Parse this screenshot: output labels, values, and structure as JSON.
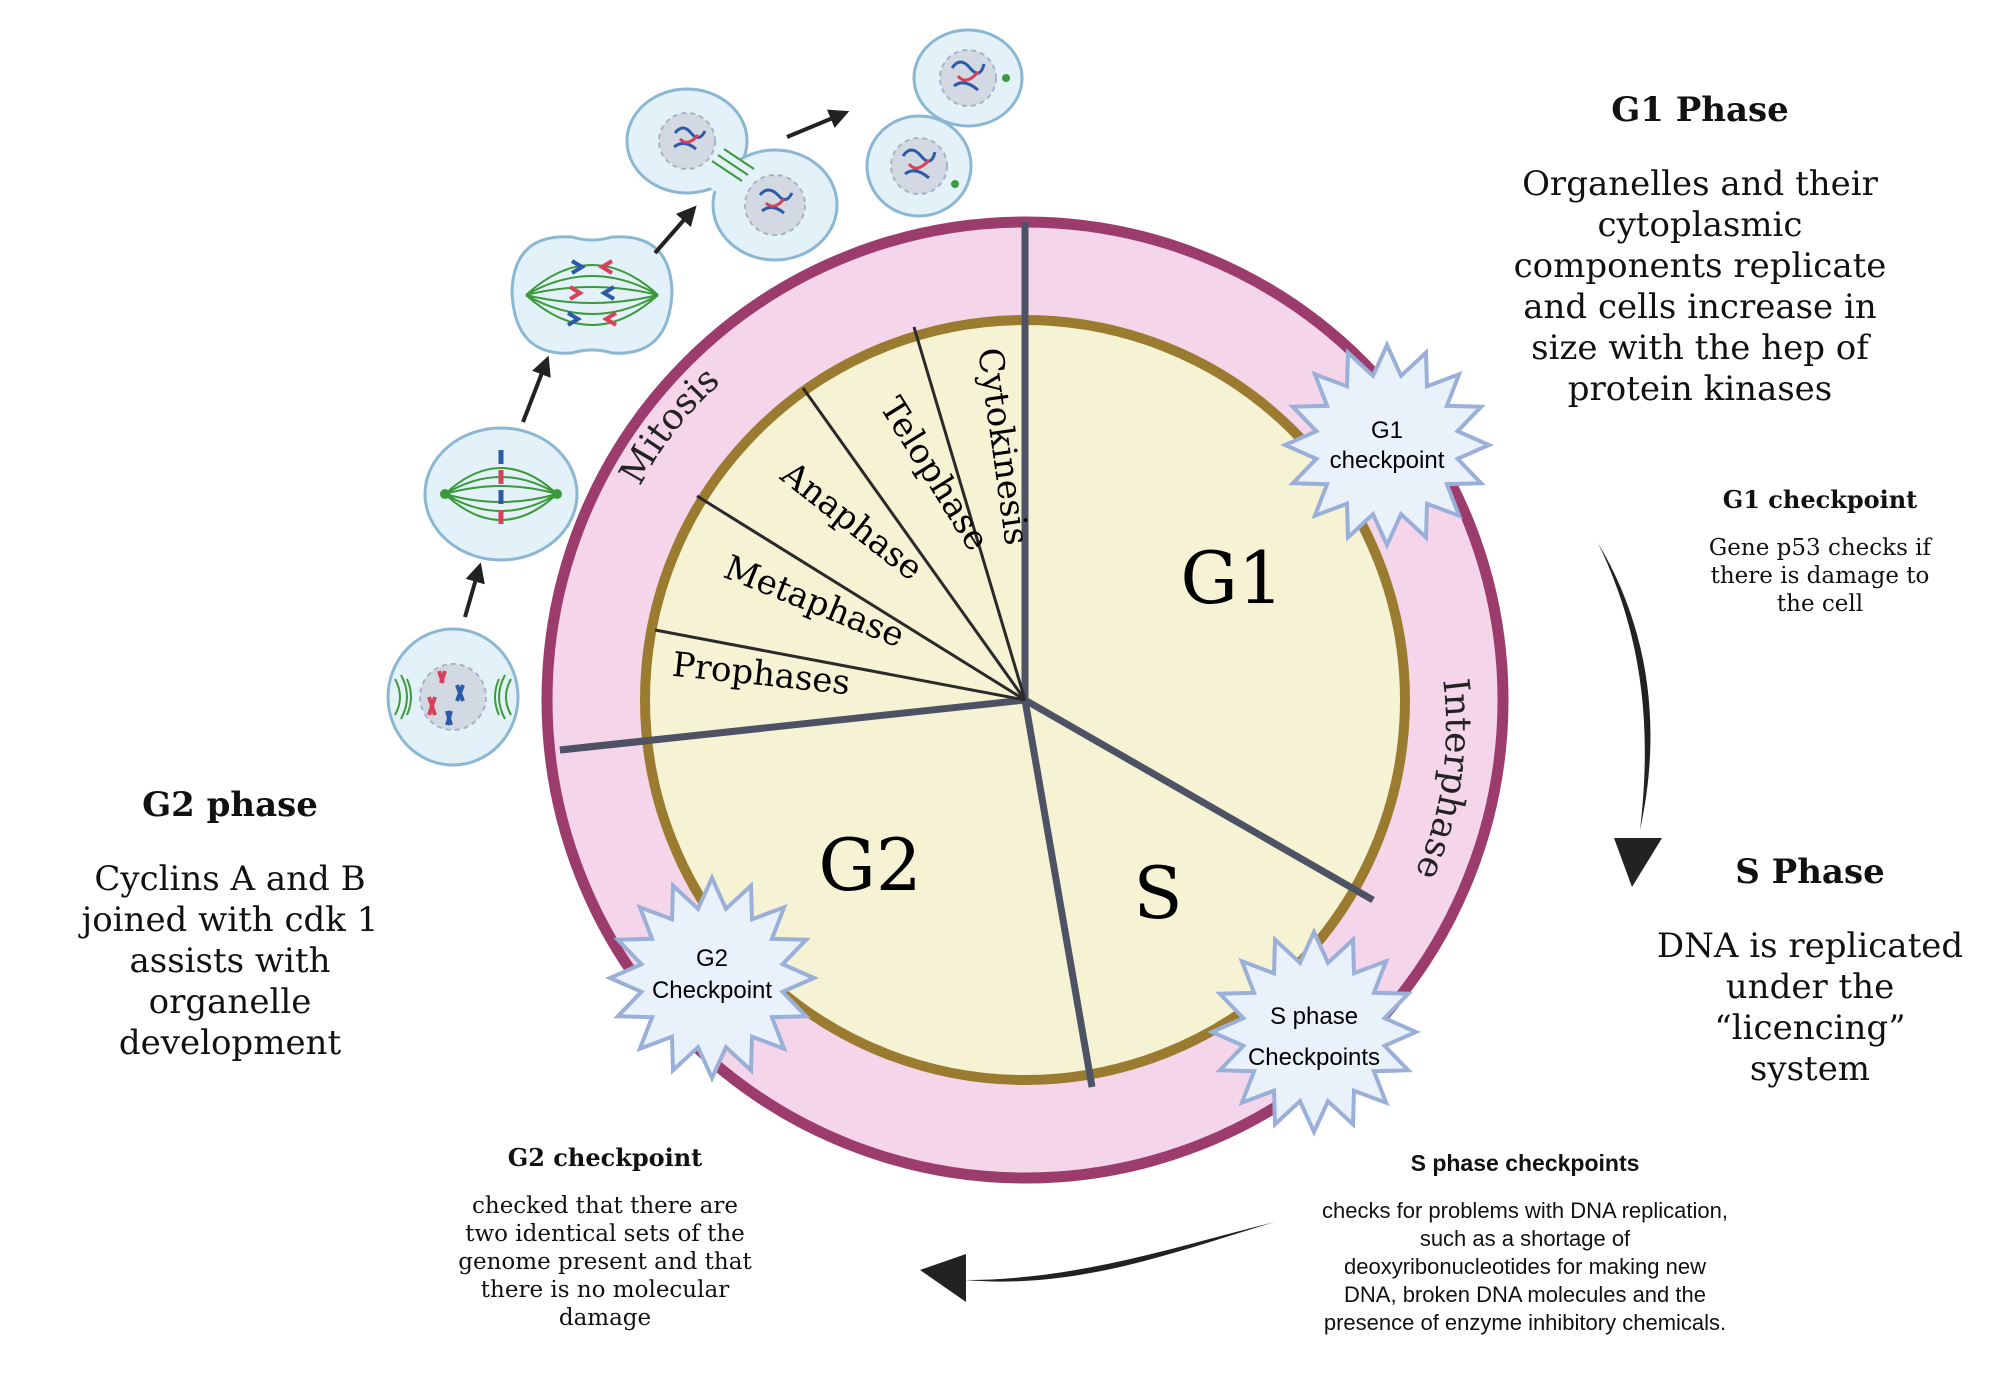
{
  "wheel": {
    "ring_labels": {
      "mitosis": "Mitosis",
      "interphase": "Interphase"
    },
    "phases": {
      "g1": "G1",
      "s": "S",
      "g2": "G2"
    },
    "mitosis_stages": [
      "Prophases",
      "Metaphase",
      "Anaphase",
      "Telophase",
      "Cytokinesis"
    ],
    "checkpoints": {
      "g1": [
        "G1",
        "checkpoint"
      ],
      "s": [
        "S phase",
        "Checkpoints"
      ],
      "g2": [
        "G2",
        "Checkpoint"
      ]
    }
  },
  "g1_phase": {
    "title": "G1 Phase",
    "lines": [
      "Organelles and their",
      "cytoplasmic",
      "components replicate",
      "and cells increase in",
      "size with the hep of",
      "protein kinases"
    ]
  },
  "g1_checkpoint": {
    "title": "G1 checkpoint",
    "lines": [
      "Gene p53 checks if",
      "there is damage to",
      "the cell"
    ]
  },
  "s_phase": {
    "title": "S Phase",
    "lines": [
      "DNA is replicated",
      "under the",
      "“licencing”",
      "system"
    ]
  },
  "s_checkpoints": {
    "title": "S phase checkpoints",
    "lines": [
      "checks for problems with DNA replication,",
      "such as a shortage of",
      "deoxyribonucleotides for making new",
      "DNA, broken DNA molecules and the",
      "presence of enzyme inhibitory chemicals."
    ]
  },
  "g2_checkpoint": {
    "title": "G2 checkpoint",
    "lines": [
      "checked that there are",
      "two identical sets of the",
      "genome present and that",
      "there is no molecular",
      "damage"
    ]
  },
  "g2_phase": {
    "title": "G2 phase",
    "lines": [
      "Cyclins A and B",
      "joined with cdk 1",
      "assists with",
      "organelle",
      "development"
    ]
  },
  "colors": {
    "outer_ring": "#f5d5ea",
    "outer_ring_stroke": "#9c3c6c",
    "inner_disc": "#f5f3d3",
    "inner_ring_stroke": "#9a7b30",
    "divider": "#4e5265",
    "checkpoint_fill": "#e9f1fb",
    "checkpoint_stroke": "#9bb0d8",
    "cell_fill": "#e3f1f8",
    "cell_stroke": "#8bb7d4",
    "spindle": "#3c9a3c",
    "chromosome_red": "#d8415a",
    "chromosome_blue": "#2d5aa8"
  }
}
